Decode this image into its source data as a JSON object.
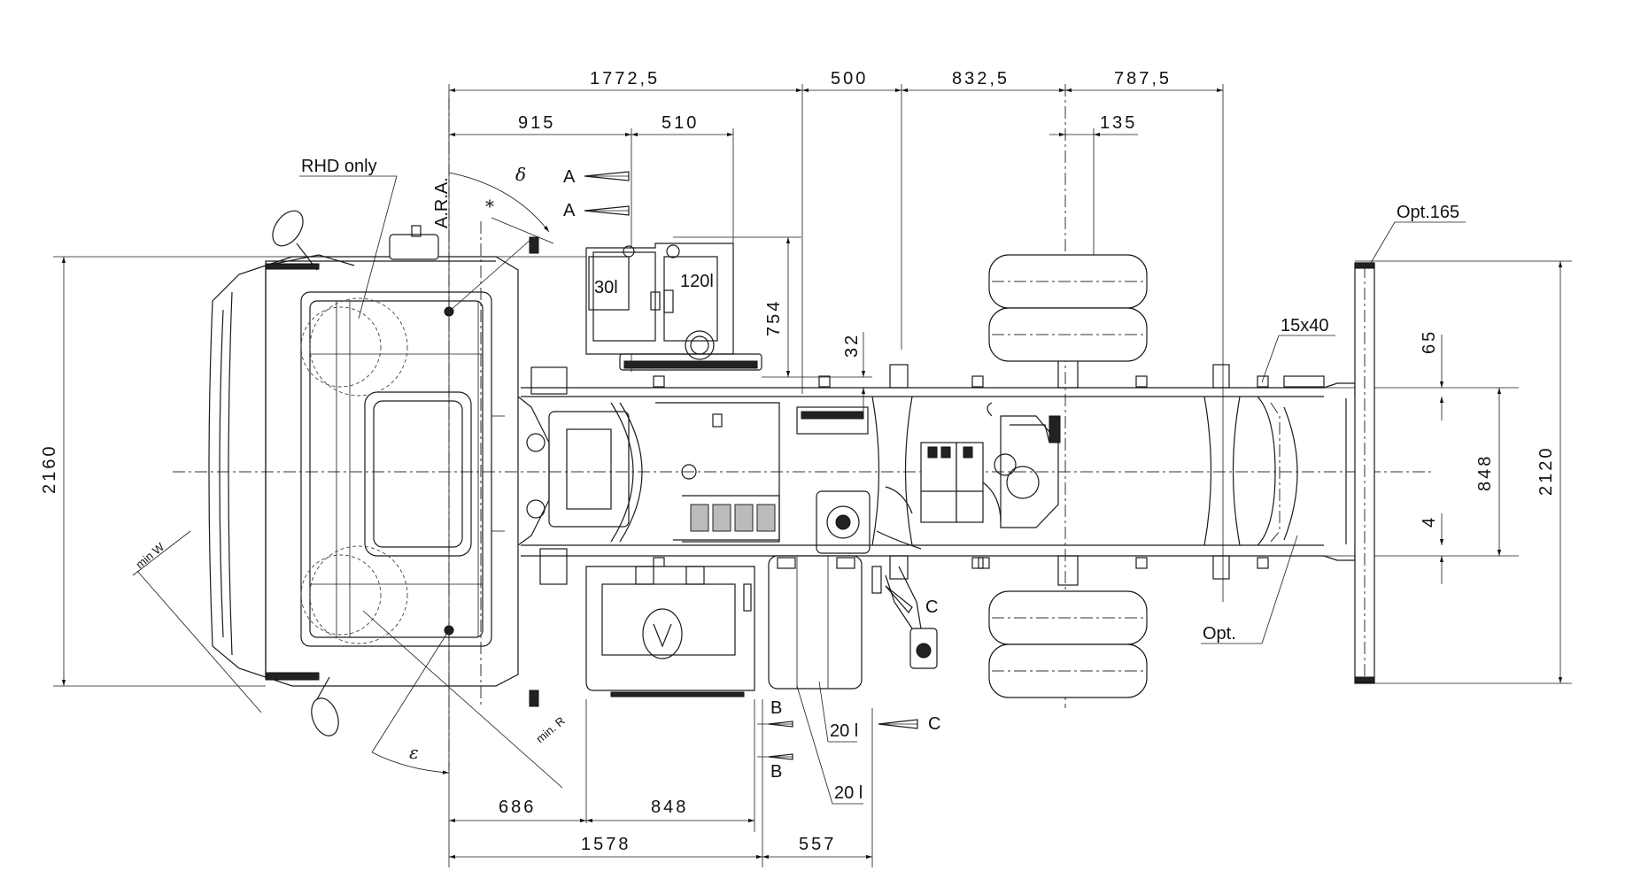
{
  "dimensions": {
    "top_row_1": [
      "1772,5",
      "500",
      "832,5",
      "787,5"
    ],
    "top_row_2": [
      "915",
      "510",
      "135"
    ],
    "bottom_row_1": [
      "686",
      "848"
    ],
    "bottom_row_2": [
      "1578",
      "557"
    ],
    "left_width": "2160",
    "right_width": "2120",
    "frame_width": "848",
    "tank_height": "754",
    "offset_32": "32",
    "offset_65": "65",
    "offset_4": "4"
  },
  "labels": {
    "rhd_only": "RHD only",
    "ara": "A.R.A.",
    "opt_165": "Opt.165",
    "hole": "15x40",
    "opt": "Opt.",
    "tank_30": "30l",
    "tank_120": "120l",
    "tank_20a": "20 l",
    "tank_20b": "20 l",
    "section_a1": "A",
    "section_a2": "A",
    "section_b1": "B",
    "section_b2": "B",
    "section_c1": "C",
    "section_c2": "C",
    "delta": "δ",
    "epsilon": "ε",
    "star": "*",
    "min_w": "min W",
    "min_r": "min. R"
  }
}
